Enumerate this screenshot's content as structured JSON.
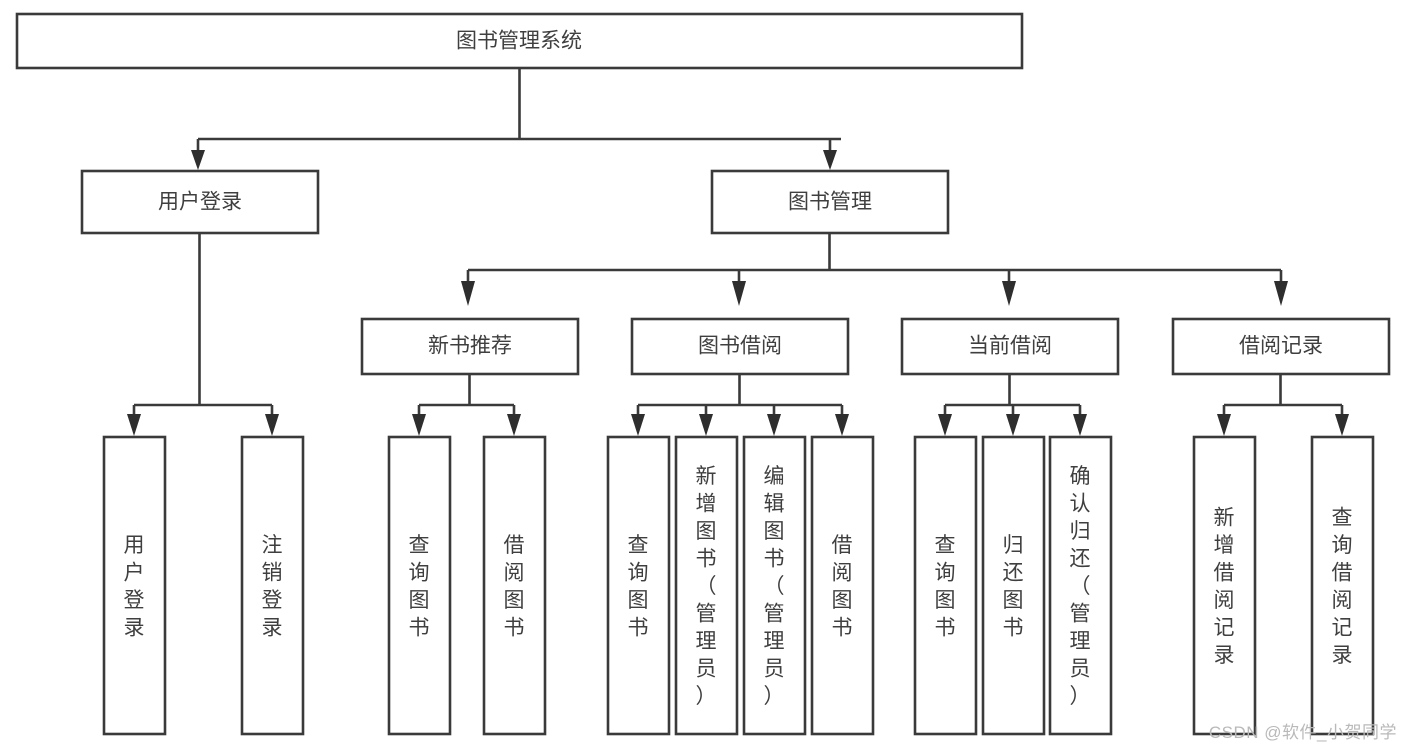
{
  "diagram": {
    "type": "tree-hierarchy",
    "title": "图书管理系统",
    "watermark": "CSDN @软件_小贺同学",
    "nodes": {
      "root": {
        "label": "图书管理系统",
        "level": 1
      },
      "l2": [
        {
          "id": "user-login",
          "label": "用户登录"
        },
        {
          "id": "book-manage",
          "label": "图书管理"
        }
      ],
      "l3": [
        {
          "id": "new-book-recommend",
          "label": "新书推荐",
          "parent": "book-manage"
        },
        {
          "id": "book-borrow",
          "label": "图书借阅",
          "parent": "book-manage"
        },
        {
          "id": "current-borrow",
          "label": "当前借阅",
          "parent": "book-manage"
        },
        {
          "id": "borrow-record",
          "label": "借阅记录",
          "parent": "book-manage"
        }
      ],
      "leaves": [
        {
          "id": "leaf-user-login",
          "label": "用户登录",
          "parent": "user-login"
        },
        {
          "id": "leaf-logout",
          "label": "注销登录",
          "parent": "user-login"
        },
        {
          "id": "leaf-query-book-1",
          "label": "查询图书",
          "parent": "new-book-recommend"
        },
        {
          "id": "leaf-borrow-book-1",
          "label": "借阅图书",
          "parent": "new-book-recommend"
        },
        {
          "id": "leaf-query-book-2",
          "label": "查询图书",
          "parent": "book-borrow"
        },
        {
          "id": "leaf-add-book",
          "label": "新增图书（管理员）",
          "parent": "book-borrow"
        },
        {
          "id": "leaf-edit-book",
          "label": "编辑图书（管理员）",
          "parent": "book-borrow"
        },
        {
          "id": "leaf-borrow-book-2",
          "label": "借阅图书",
          "parent": "book-borrow"
        },
        {
          "id": "leaf-query-book-3",
          "label": "查询图书",
          "parent": "current-borrow"
        },
        {
          "id": "leaf-return-book",
          "label": "归还图书",
          "parent": "current-borrow"
        },
        {
          "id": "leaf-confirm-return",
          "label": "确认归还（管理员）",
          "parent": "current-borrow"
        },
        {
          "id": "leaf-add-record",
          "label": "新增借阅记录",
          "parent": "borrow-record"
        },
        {
          "id": "leaf-query-record",
          "label": "查询借阅记录",
          "parent": "borrow-record"
        }
      ]
    },
    "colors": {
      "box_stroke": "#3a3a3a",
      "box_fill": "#ffffff",
      "text": "#3f3f3f",
      "connector": "#3a3a3a",
      "watermark": "#b9b9b9",
      "background": "#ffffff"
    }
  }
}
